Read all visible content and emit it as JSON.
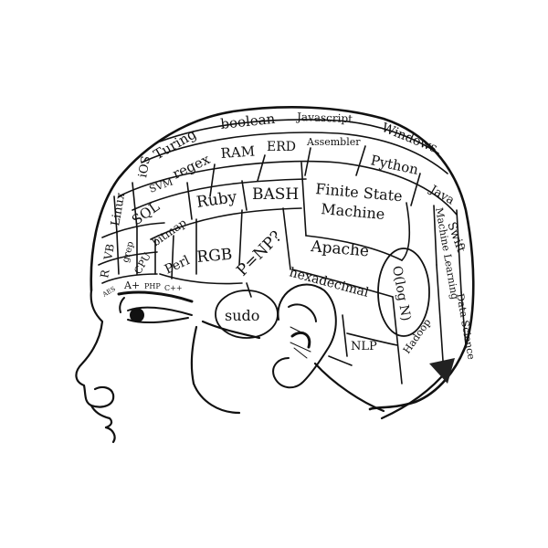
{
  "regions": [
    {
      "id": "boolean",
      "label": "boolean"
    },
    {
      "id": "javascript",
      "label": "Javascript"
    },
    {
      "id": "windows",
      "label": "Windows"
    },
    {
      "id": "turing",
      "label": "Turing"
    },
    {
      "id": "ram",
      "label": "RAM"
    },
    {
      "id": "erd",
      "label": "ERD"
    },
    {
      "id": "assembler",
      "label": "Assembler"
    },
    {
      "id": "python",
      "label": "Python"
    },
    {
      "id": "java",
      "label": "Java"
    },
    {
      "id": "ios",
      "label": "iOS"
    },
    {
      "id": "regex",
      "label": "regex"
    },
    {
      "id": "linux",
      "label": "Linux"
    },
    {
      "id": "svm",
      "label": "SVM"
    },
    {
      "id": "sql",
      "label": "SQL"
    },
    {
      "id": "ruby",
      "label": "Ruby"
    },
    {
      "id": "bash",
      "label": "BASH"
    },
    {
      "id": "finite_state",
      "label": "Finite State"
    },
    {
      "id": "machine",
      "label": "Machine"
    },
    {
      "id": "swift",
      "label": "Swift"
    },
    {
      "id": "machine_learning",
      "label": "Machine Learning"
    },
    {
      "id": "bitmap",
      "label": "bitmap"
    },
    {
      "id": "vb",
      "label": "VB"
    },
    {
      "id": "grep",
      "label": "grep"
    },
    {
      "id": "cpu",
      "label": "CPU"
    },
    {
      "id": "rgb",
      "label": "RGB"
    },
    {
      "id": "p_np",
      "label": "P=NP?"
    },
    {
      "id": "apache",
      "label": "Apache"
    },
    {
      "id": "r",
      "label": "R"
    },
    {
      "id": "perl",
      "label": "Perl"
    },
    {
      "id": "hexadecimal",
      "label": "hexadecimal"
    },
    {
      "id": "o_log_n",
      "label": "O(log N)"
    },
    {
      "id": "data_science",
      "label": "Data Science"
    },
    {
      "id": "a_plus",
      "label": "A+"
    },
    {
      "id": "php",
      "label": "PHP"
    },
    {
      "id": "cpp",
      "label": "C++"
    },
    {
      "id": "aes",
      "label": "AES"
    },
    {
      "id": "sudo",
      "label": "sudo"
    },
    {
      "id": "hadoop",
      "label": "Hadoop"
    },
    {
      "id": "nlp",
      "label": "NLP"
    }
  ]
}
